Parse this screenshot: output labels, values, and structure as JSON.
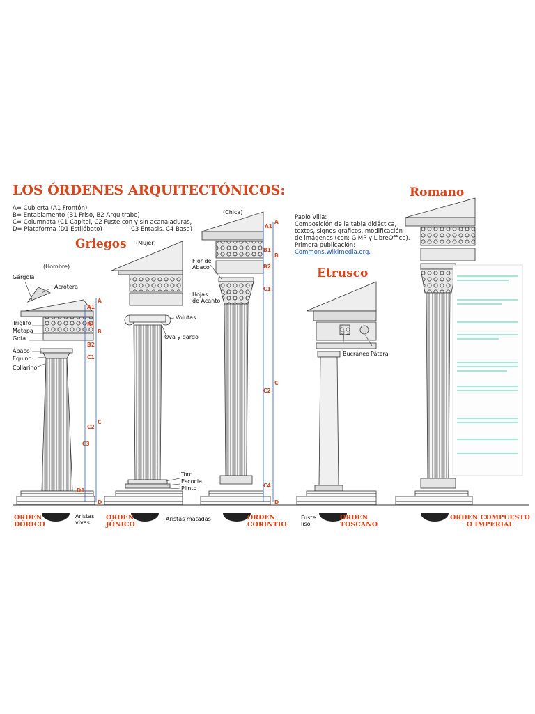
{
  "title": "LOS ÓRDENES ARQUITECTÓNICOS:",
  "legend": [
    "A= Cubierta (A1 Frontón)",
    "B= Entablamento (B1 Friso, B2 Arquitrabe)",
    "C= Columnata (C1 Capitel, C2 Fuste con y sin acanaladuras,",
    "D= Plataforma (D1 Estilóbato)"
  ],
  "legend_extra": [
    "C3 Entasis, C4 Basa)"
  ],
  "groups": {
    "griegos": "Griegos",
    "etrusco": "Etrusco",
    "romano": "Romano"
  },
  "figures": {
    "hombre": "(Hombre)",
    "mujer": "(Mujer)",
    "chica": "(Chica)"
  },
  "credits": [
    "Paolo Villa:",
    "Composición de la tabla didáctica,",
    "textos, signos gráficos, modificación",
    "de imágenes (con: GIMP y LibreOffice).",
    "Primera publicación:"
  ],
  "credit_link": "Commons.Wikimedia.org.",
  "orders": {
    "dorico": [
      "ORDEN",
      "DÓRICO"
    ],
    "jonico": [
      "ORDEN",
      "JÓNICO"
    ],
    "corintio": [
      "ORDEN",
      "CORINTIO"
    ],
    "toscano": [
      "ORDEN",
      "TOSCANO"
    ],
    "compuesto": [
      "ORDEN COMPUESTO",
      "O IMPERIAL"
    ]
  },
  "labels": {
    "gargola": "Gárgola",
    "acrotera": "Acrótera",
    "triglifo": "Triglifo",
    "metopa": "Metopa",
    "gota": "Gota",
    "abaco": "Ábaco",
    "equino": "Equino",
    "collarino": "Collarino",
    "aristas_vivas": [
      "Aristas",
      "vivas"
    ],
    "volutas": "Volutas",
    "ova_dardo": "Ova y dardo",
    "toro": "Toro",
    "escocia": "Escocia",
    "plinto": "Plinto",
    "aristas_matadas": "Aristas matadas",
    "flor_abaco": [
      "Flor de",
      "Ábaco"
    ],
    "hojas_acanto": [
      "Hojas",
      "de Acanto"
    ],
    "fuste_liso": [
      "Fuste",
      "liso"
    ],
    "bucraneo": "Bucráneo",
    "patera": "Pátera"
  },
  "markers": {
    "A": "A",
    "A1": "A1",
    "B": "B",
    "B1": "B1",
    "B2": "B2",
    "C": "C",
    "C1": "C1",
    "C2": "C2",
    "C3": "C3",
    "C4": "C4",
    "D": "D",
    "D1": "D1"
  },
  "colors": {
    "accent": "#d9461b",
    "link": "#1a4fd1",
    "panel_line": "#7fe3c8",
    "stone": "#ededed"
  }
}
